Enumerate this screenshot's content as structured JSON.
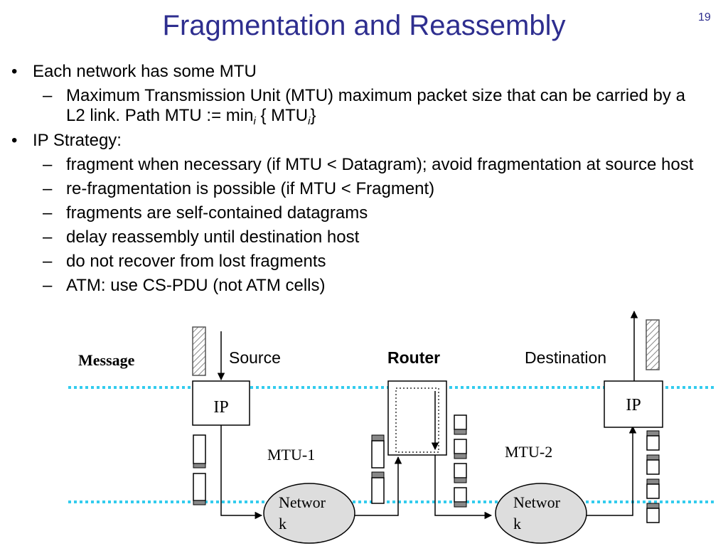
{
  "slide": {
    "title": "Fragmentation and Reassembly",
    "number": "19",
    "colors": {
      "title": "#2e2e8f",
      "dotted_line": "#33ccee",
      "network_fill": "#dddddd"
    }
  },
  "bullets": [
    {
      "text": "Each network has some MTU"
    },
    {
      "pre": "Maximum Transmission Unit (MTU) maximum packet size that can be carried by a L2 link. Path MTU := min",
      "sub1": "i",
      "mid": " { MTU",
      "sub2": "i",
      "post": "}"
    },
    {
      "text": "IP Strategy:"
    },
    {
      "text": "fragment when necessary (if MTU < Datagram); avoid fragmentation at source host"
    },
    {
      "text": "re-fragmentation is possible (if MTU < Fragment)"
    },
    {
      "text": "fragments are self-contained datagrams"
    },
    {
      "text": "delay reassembly until destination host"
    },
    {
      "text": "do not recover from lost fragments"
    },
    {
      "text": "ATM: use CS-PDU (not ATM cells)"
    }
  ],
  "markers": {
    "level1": "•",
    "level2": "–"
  },
  "diagram": {
    "message_label": "Message",
    "source_label": "Source",
    "router_label": "Router",
    "destination_label": "Destination",
    "ip_source": "IP",
    "ip_destination": "IP",
    "mtu1_label": "MTU-1",
    "mtu2_label": "MTU-2",
    "network1_line1": "Networ",
    "network1_line2": "k",
    "network2_line1": "Networ",
    "network2_line2": "k"
  }
}
